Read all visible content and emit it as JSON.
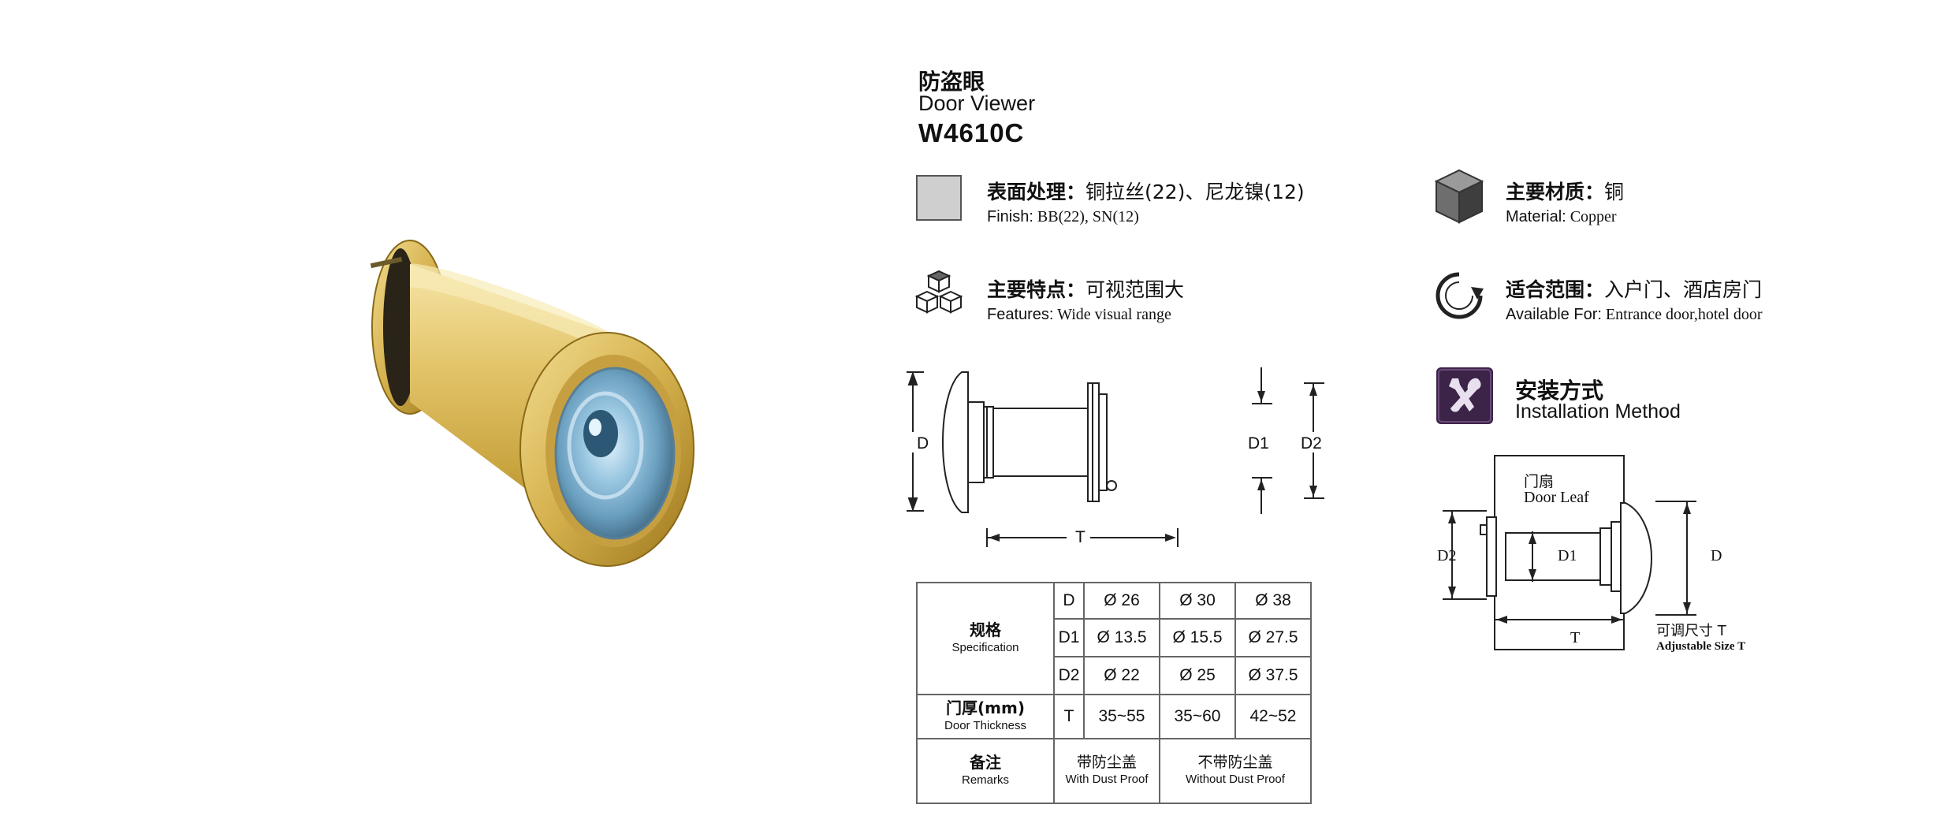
{
  "product": {
    "title_cn": "防盗眼",
    "title_en": "Door Viewer",
    "model": "W4610C"
  },
  "features": {
    "finish": {
      "label_cn": "表面处理：",
      "value_cn": "铜拉丝(22)、尼龙镍(12)",
      "label_en": "Finish:",
      "value_en": "BB(22), SN(12)",
      "icon": "finish-swatch-icon"
    },
    "material": {
      "label_cn": "主要材质：",
      "value_cn": "铜",
      "label_en": "Material:",
      "value_en": "Copper",
      "icon": "cube-icon"
    },
    "features": {
      "label_cn": "主要特点：",
      "value_cn": "可视范围大",
      "label_en": "Features:",
      "value_en": "Wide visual range",
      "icon": "cubes-icon"
    },
    "available": {
      "label_cn": "适合范围：",
      "value_cn": "入户门、酒店房门",
      "label_en": "Available For:",
      "value_en": "Entrance door,hotel door",
      "icon": "refresh-icon"
    }
  },
  "installation": {
    "title_cn": "安装方式",
    "title_en": "Installation Method",
    "icon": "tools-icon",
    "door_leaf_cn": "门扇",
    "door_leaf_en": "Door Leaf",
    "adjustable_cn": "可调尺寸 T",
    "adjustable_en": "Adjustable Size T"
  },
  "diagram_labels": {
    "D": "D",
    "D1": "D1",
    "D2": "D2",
    "T": "T"
  },
  "spec_table": {
    "spec_cn": "规格",
    "spec_en": "Specification",
    "rows": [
      {
        "key": "D",
        "values": [
          "Ø 26",
          "Ø 30",
          "Ø 38"
        ]
      },
      {
        "key": "D1",
        "values": [
          "Ø 13.5",
          "Ø 15.5",
          "Ø 27.5"
        ]
      },
      {
        "key": "D2",
        "values": [
          "Ø 22",
          "Ø 25",
          "Ø 37.5"
        ]
      }
    ],
    "thickness_cn": "门厚(mm)",
    "thickness_en": "Door Thickness",
    "thickness_key": "T",
    "thickness_values": [
      "35~55",
      "35~60",
      "42~52"
    ],
    "remarks_cn": "备注",
    "remarks_en": "Remarks",
    "remark_with_cn": "带防尘盖",
    "remark_with_en": "With Dust Proof",
    "remark_without_cn": "不带防尘盖",
    "remark_without_en": "Without Dust Proof"
  },
  "colors": {
    "brass": "#d8b450",
    "brass_dark": "#a47c1c",
    "lens": "#7fb6d6",
    "tool_bg": "#3c2448"
  }
}
